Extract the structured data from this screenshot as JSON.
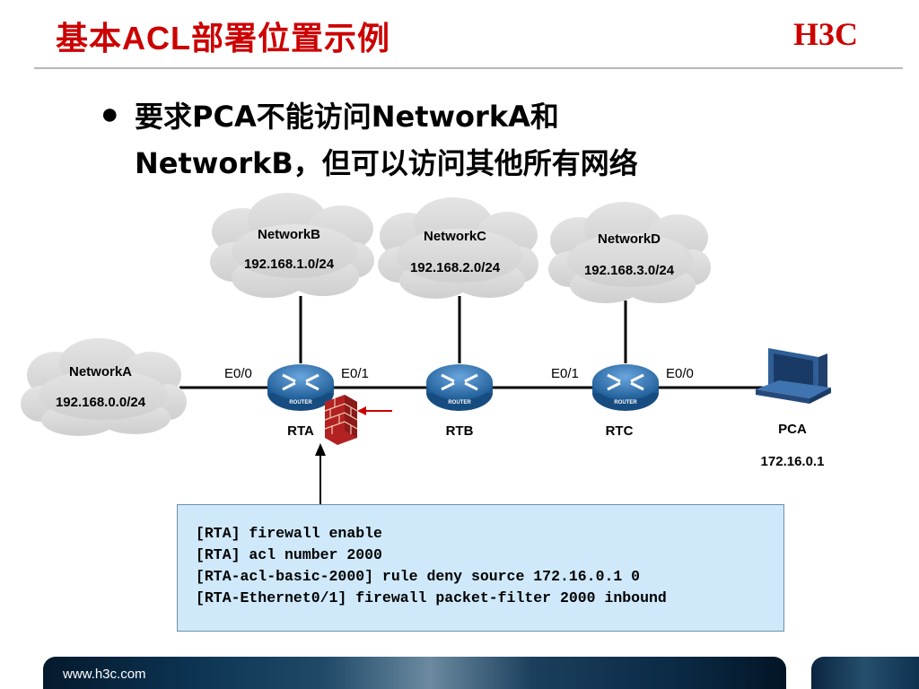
{
  "slide": {
    "title": "基本ACL部署位置示例",
    "logo_text": "H3C",
    "bullet_symbol": "●",
    "requirement_line1": "要求PCA不能访问NetworkA和",
    "requirement_line2": "NetworkB，但可以访问其他所有网络"
  },
  "diagram": {
    "clouds": [
      {
        "name": "NetworkB",
        "subnet": "192.168.1.0/24"
      },
      {
        "name": "NetworkC",
        "subnet": "192.168.2.0/24"
      },
      {
        "name": "NetworkD",
        "subnet": "192.168.3.0/24"
      },
      {
        "name": "NetworkA",
        "subnet": "192.168.0.0/24"
      }
    ],
    "routers": [
      {
        "label": "RTA",
        "badge": "ROUTER"
      },
      {
        "label": "RTB",
        "badge": "ROUTER"
      },
      {
        "label": "RTC",
        "badge": "ROUTER"
      }
    ],
    "interfaces": {
      "rta_left": "E0/0",
      "rta_right": "E0/1",
      "rtc_left": "E0/1",
      "rtc_right": "E0/0"
    },
    "pc": {
      "label": "PCA",
      "ip": "172.16.0.1"
    }
  },
  "config": {
    "lines": [
      "[RTA] firewall enable",
      "[RTA] acl number 2000",
      "[RTA-acl-basic-2000] rule deny source 172.16.0.1 0",
      "[RTA-Ethernet0/1] firewall packet-filter 2000 inbound"
    ]
  },
  "footer": {
    "url": "www.h3c.com"
  },
  "colors": {
    "title": "#cc0000",
    "logo": "#cc0000",
    "cloud": "#d8d8d8",
    "router": "#2a6fb0",
    "firewall": "#b22222",
    "arrow": "#cc0000",
    "config_bg": "#cfe9fb"
  }
}
